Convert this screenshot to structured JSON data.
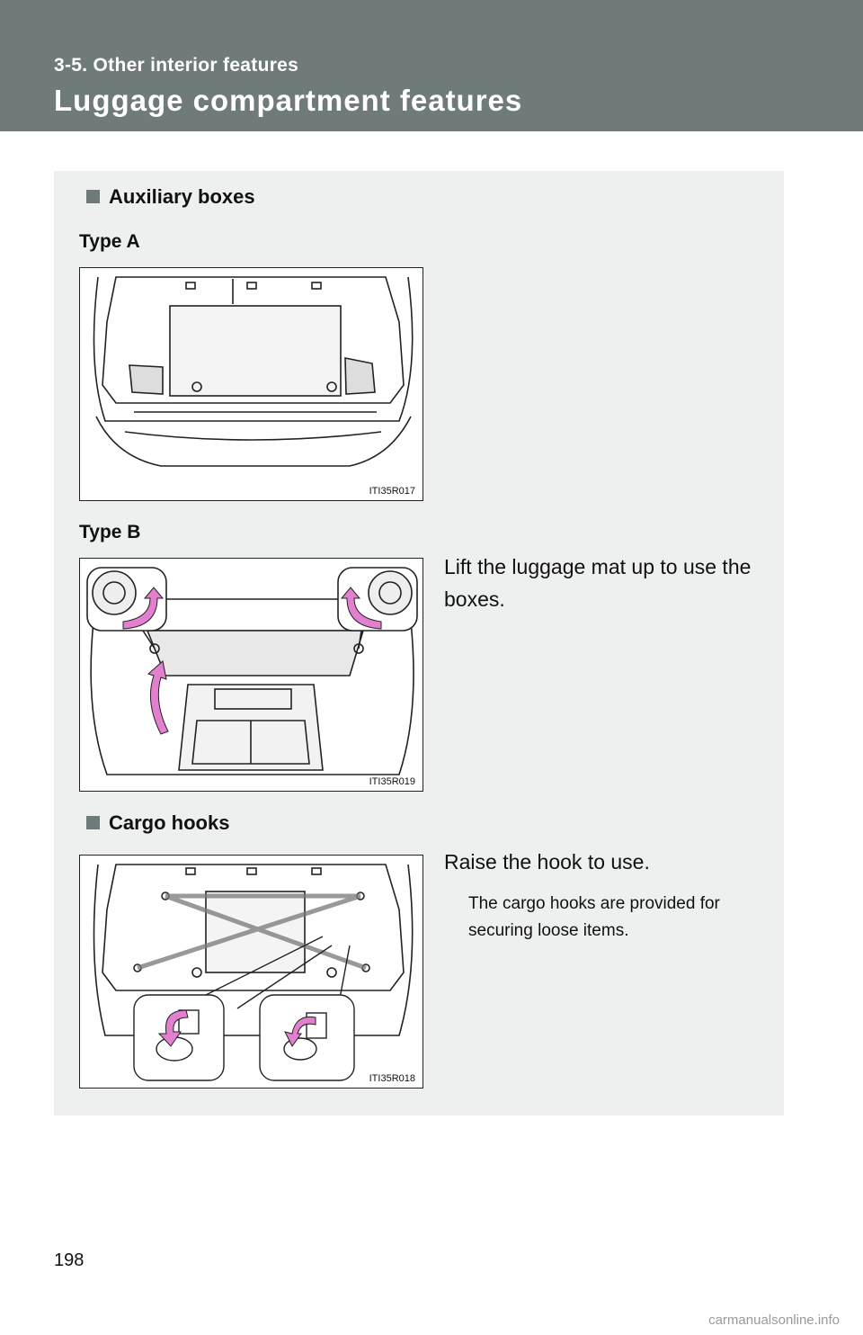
{
  "header": {
    "section": "3-5. Other interior features",
    "title": "Luggage compartment features"
  },
  "auxiliary": {
    "heading": "Auxiliary boxes",
    "type_a": {
      "label": "Type A",
      "figure_code": "ITI35R017"
    },
    "type_b": {
      "label": "Type B",
      "figure_code": "ITI35R019",
      "text": "Lift the luggage mat up to use the boxes."
    }
  },
  "cargo": {
    "heading": "Cargo hooks",
    "figure_code": "ITI35R018",
    "text": "Raise the hook to use.",
    "note": "The cargo hooks are provided for securing loose items."
  },
  "footer": {
    "page_number": "198",
    "watermark": "carmanualsonline.info"
  },
  "colors": {
    "header": "#6f7b7b",
    "panel": "#eef0ef",
    "arrow": "#e27fcf"
  }
}
